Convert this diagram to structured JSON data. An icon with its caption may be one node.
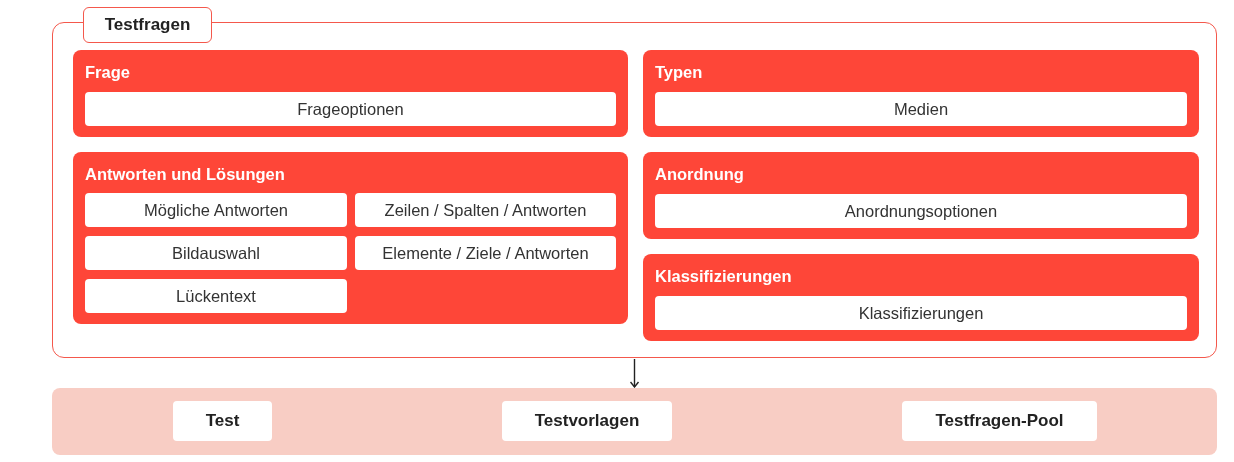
{
  "diagram": {
    "nodes": [
      {
        "text": [
          "Testfragen"
        ]
      },
      {
        "text": [
          "Frage"
        ],
        "in": 0
      },
      {
        "text": [
          "Frageoptionen"
        ],
        "in": 1
      },
      {
        "text": [
          "Typen"
        ],
        "in": 0
      },
      {
        "text": [
          "Medien"
        ],
        "in": 3
      },
      {
        "text": [
          "Antworten und Lösungen"
        ],
        "in": 0
      },
      {
        "text": [
          "Mögliche Antworten"
        ],
        "in": 5
      },
      {
        "text": [
          "Zeilen / Spalten / Antworten"
        ],
        "in": 5
      },
      {
        "text": [
          "Bildauswahl"
        ],
        "in": 5
      },
      {
        "text": [
          "Elemente / Ziele / Antworten"
        ],
        "in": 5
      },
      {
        "text": [
          "Lückentext"
        ],
        "in": 5
      },
      {
        "text": [
          "Anordnung"
        ],
        "in": 0
      },
      {
        "text": [
          "Anordnungsoptionen"
        ],
        "in": 11
      },
      {
        "text": [
          "Klassifizierungen"
        ],
        "in": 0
      },
      {
        "text": [
          "Klassifizierungen"
        ],
        "in": 13
      },
      {
        "text": [],
        "shape": "box"
      },
      {
        "text": [
          "Test"
        ],
        "in": 15
      },
      {
        "text": [
          "Testvorlagen"
        ],
        "in": 15
      },
      {
        "text": [
          "Testfragen-Pool"
        ],
        "in": 15
      }
    ],
    "edges": [
      {
        "from": 0,
        "to": 15,
        "arrow": "to"
      }
    ]
  }
}
